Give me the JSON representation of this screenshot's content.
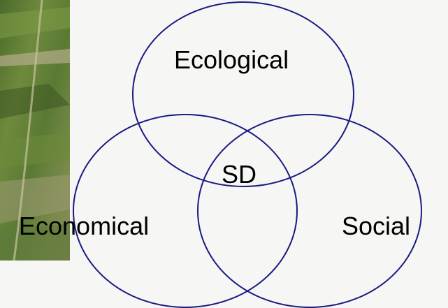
{
  "diagram": {
    "labels": {
      "top": "Ecological",
      "center": "SD",
      "left": "Economical",
      "right": "Social"
    },
    "colors": {
      "circle_stroke": "#1a1a80",
      "text": "#000000",
      "background": "#f6f7f5"
    }
  },
  "background_image": {
    "description_icon": "aerial-landscape-photo"
  }
}
